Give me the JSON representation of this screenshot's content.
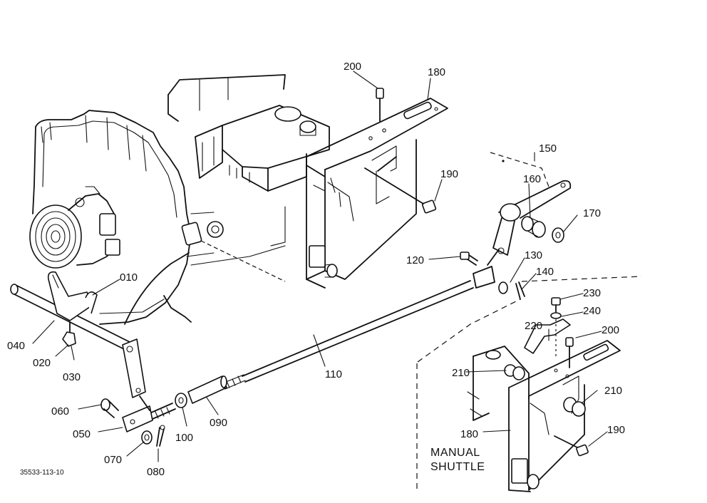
{
  "diagram": {
    "reference_code": "35533-113-10",
    "caption_line1": "MANUAL",
    "caption_line2": "SHUTTLE",
    "part_labels": {
      "p010": "010",
      "p020": "020",
      "p030": "030",
      "p040": "040",
      "p050": "050",
      "p060": "060",
      "p070": "070",
      "p080": "080",
      "p090": "090",
      "p100": "100",
      "p110": "110",
      "p120": "120",
      "p130": "130",
      "p140": "140",
      "p150": "150",
      "p160": "160",
      "p170": "170",
      "p180_top": "180",
      "p180_inset": "180",
      "p190_top": "190",
      "p190_inset": "190",
      "p200_top": "200",
      "p200_inset": "200",
      "p210_left": "210",
      "p210_right": "210",
      "p220": "220",
      "p230": "230",
      "p240": "240"
    }
  }
}
